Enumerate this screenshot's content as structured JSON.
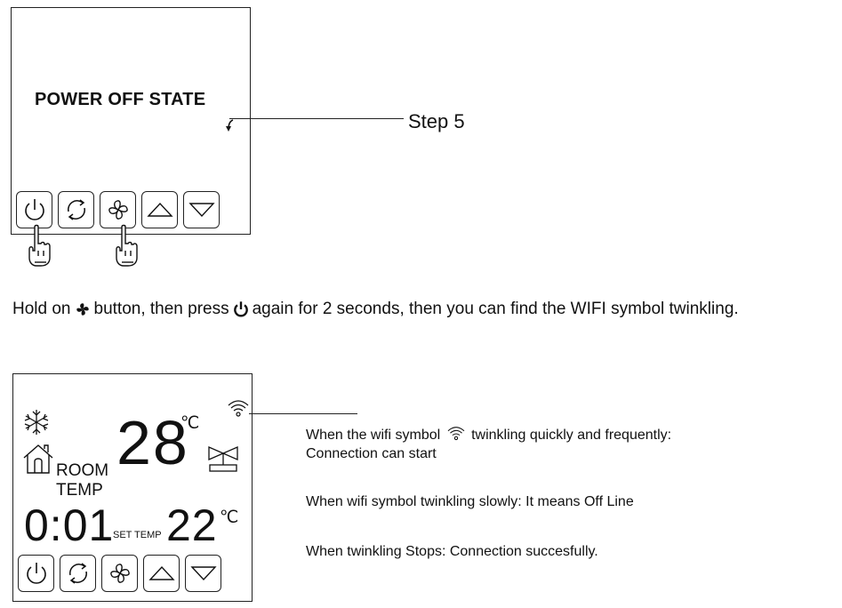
{
  "top_panel": {
    "state_text": "POWER OFF STATE",
    "step_label": "Step 5",
    "buttons": [
      "power-icon",
      "cycle-icon",
      "fan-icon",
      "up-triangle-icon",
      "down-triangle-icon"
    ],
    "pointing_hands_on": [
      "power-icon",
      "fan-icon"
    ]
  },
  "instruction": {
    "part1": "Hold on",
    "part2": "button, then press",
    "part3": "again for 2 seconds, then you can find the WIFI symbol twinkling."
  },
  "bottom_panel": {
    "room_temp_value": "28",
    "room_temp_unit": "℃",
    "room_label_line1": "ROOM",
    "room_label_line2": "TEMP",
    "time_value": "0:01",
    "set_temp_label": "SET TEMP",
    "set_temp_value": "22",
    "set_temp_unit": "℃",
    "icons": [
      "snowflake-icon",
      "home-icon",
      "valve-icon",
      "wifi-icon"
    ],
    "buttons": [
      "power-icon",
      "cycle-icon",
      "fan-icon",
      "up-triangle-icon",
      "down-triangle-icon"
    ]
  },
  "notes": {
    "note1_part1": "When the wifi symbol",
    "note1_part2": "twinkling quickly and frequently:",
    "note1_line2": "Connection can start",
    "note2": "When wifi symbol twinkling slowly: It means Off Line",
    "note3": "When twinkling Stops:  Connection succesfully."
  }
}
